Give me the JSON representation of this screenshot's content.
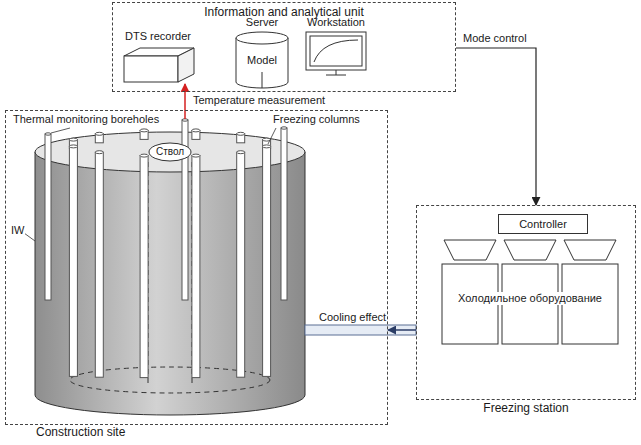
{
  "diagram": {
    "nodes": [
      {
        "text": [
          "Information and analytical unit"
        ]
      },
      {
        "text": [
          "DTS recorder"
        ],
        "in": 0
      },
      {
        "text": [
          "Server",
          "Model"
        ],
        "in": 0
      },
      {
        "text": [
          "Workstation"
        ],
        "in": 0
      },
      {
        "text": [
          "Construction site"
        ]
      },
      {
        "text": [
          "Ствол"
        ],
        "in": 4
      },
      {
        "text": [
          "Freezing station"
        ]
      },
      {
        "text": [
          "Controller"
        ],
        "in": 6
      },
      {
        "text": [
          "Холодильное оборудование"
        ],
        "in": 6
      }
    ],
    "edges": [
      {
        "from": 4,
        "to": 1,
        "arrow": "to",
        "label": "Temperature measurement"
      },
      {
        "from": 0,
        "to": 6,
        "arrow": "to",
        "label": "Mode control"
      },
      {
        "from": 6,
        "to": 4,
        "arrow": "to",
        "label": "Cooling effect"
      }
    ],
    "labels": [
      "Thermal monitoring boreholes",
      "Freezing columns",
      "IW"
    ]
  }
}
